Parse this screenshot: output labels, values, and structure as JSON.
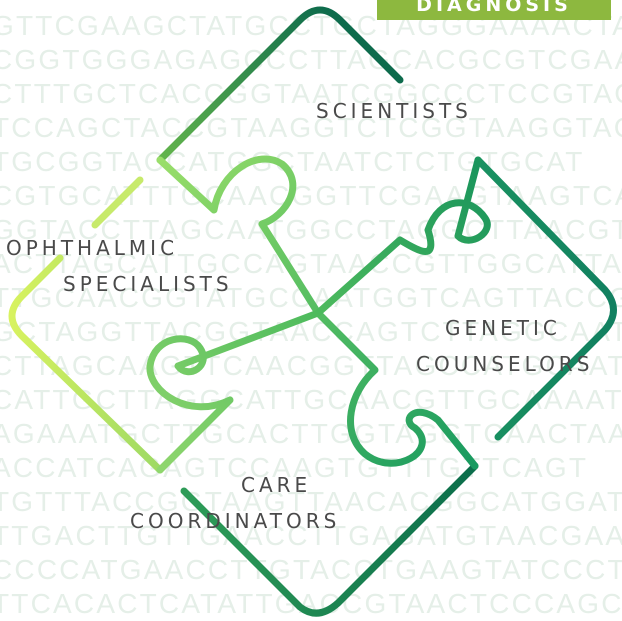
{
  "banner": {
    "text": "DIAGNOSIS"
  },
  "pieces": {
    "scientists": "SCIENTISTS",
    "ophthalmic_line1": "OPHTHALMIC",
    "ophthalmic_line2": "SPECIALISTS",
    "genetic_line1": "GENETIC",
    "genetic_line2": "COUNSELORS",
    "care_line1": "CARE",
    "care_line2": "COORDINATORS"
  },
  "background_sequence": [
    "GTTCGAAGCTATGCCTGCTAGGGAAAACTAGCTTCA",
    "CGGTGGGAGAGCCCTTAGCACGCGTCGAACATGG",
    "CTTTGCTCACCGGTAATCGGCCCTCCGTAGCT",
    "TCCAGCTACCGTAAGGTCTCGGTAAGGTACC",
    "TGCGGTACCATGGCTAATCTCTGTGCAT",
    "CGTGCATTTGCAACGGTTCGAAGTAAGTCA",
    "GGTACCTTAGCAATGGCCTAGGCTTAACGT",
    "ACTTAGCATTGCCAGTAACCGTTGGCATTA",
    "TTGCAACGGTATGCCAATGGTCAGTTACCG",
    "GCTAGGTTACGGTAACCAGTCTTAGGCAAT",
    "CTTAGCAAGTTCAACGGTTAGCCATGCAAT",
    "CATTGCTTAGGCATTGCAACGTTGCAAAAT",
    "AGAAATGCTTGCACTTGGTAGGTCAACTAAT",
    "ACCATCAGAGTCCAAGTGTTTGTTCAGT",
    "TGTTTACCGGTAAGTTAACACGGCATGGAT",
    "TTGACTTGTTGAACCTTGAGATGTAACGAATT",
    "CCCCATGAACCTTGTACCTGAAGTATCCCTC",
    "TTCACACTCATATTGACCGTAACTCCCAGC"
  ]
}
